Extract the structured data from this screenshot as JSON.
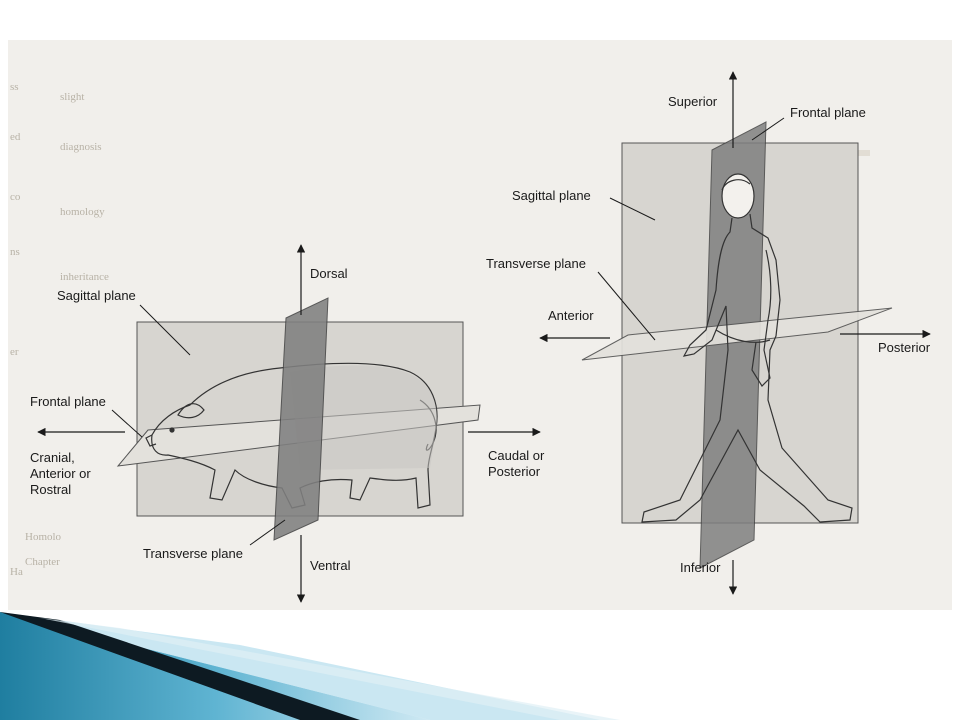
{
  "colors": {
    "page_background": "#ffffff",
    "scan_background": "#f1efeb",
    "plane_light": "#d7d5d0",
    "plane_dark": "#808080",
    "line": "#1a1a1a",
    "banner_dark": "#0d1a22",
    "banner_teal": "#1f7ea0",
    "banner_light": "#9fd4e8"
  },
  "quadruped_figure": {
    "sagittal_label": "Sagittal plane",
    "frontal_label": "Frontal plane",
    "transverse_label": "Transverse plane",
    "dorsal_label": "Dorsal",
    "ventral_label": "Ventral",
    "cranial_lines": [
      "Cranial,",
      "Anterior or",
      "Rostral"
    ],
    "caudal_lines": [
      "Caudal or",
      "Posterior"
    ]
  },
  "human_figure": {
    "superior_label": "Superior",
    "inferior_label": "Inferior",
    "frontal_label": "Frontal plane",
    "sagittal_label": "Sagittal plane",
    "transverse_label": "Transverse plane",
    "anterior_label": "Anterior",
    "posterior_label": "Posterior"
  }
}
